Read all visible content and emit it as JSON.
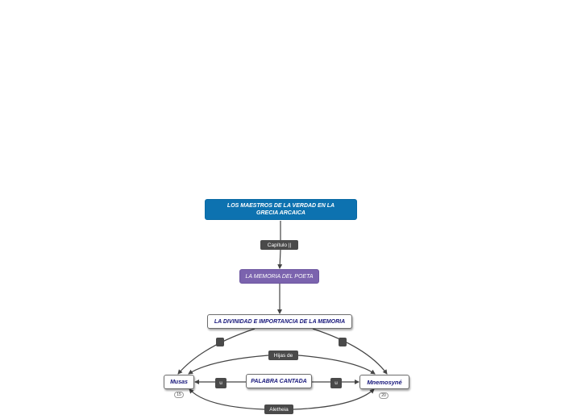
{
  "nodes": {
    "main_topic": "LOS MAESTROS DE LA VERDAD EN LA GRECIA ARCAICA",
    "poet_memory": "LA MEMORIA DEL POETA",
    "divinity": "LA DIVINIDAD E IMPORTANCIA DE LA MEMORIA",
    "musas": "Musas",
    "palabra": "PALABRA CANTADA",
    "mnemosyne": "Mnemosyné"
  },
  "labels": {
    "capitulo": "Capítulo ||",
    "hijas_de": "Hijas de",
    "aletheia": "Aletheia",
    "u_left": "u",
    "u_right": "u"
  },
  "badges": {
    "musas": "15",
    "mnemosyne": "20"
  },
  "colors": {
    "main_topic": "#0d72b0",
    "poet_memory": "#7b63ae",
    "label_bg": "#4a4a4a",
    "node_text": "#16167a",
    "connector": "#444444"
  }
}
